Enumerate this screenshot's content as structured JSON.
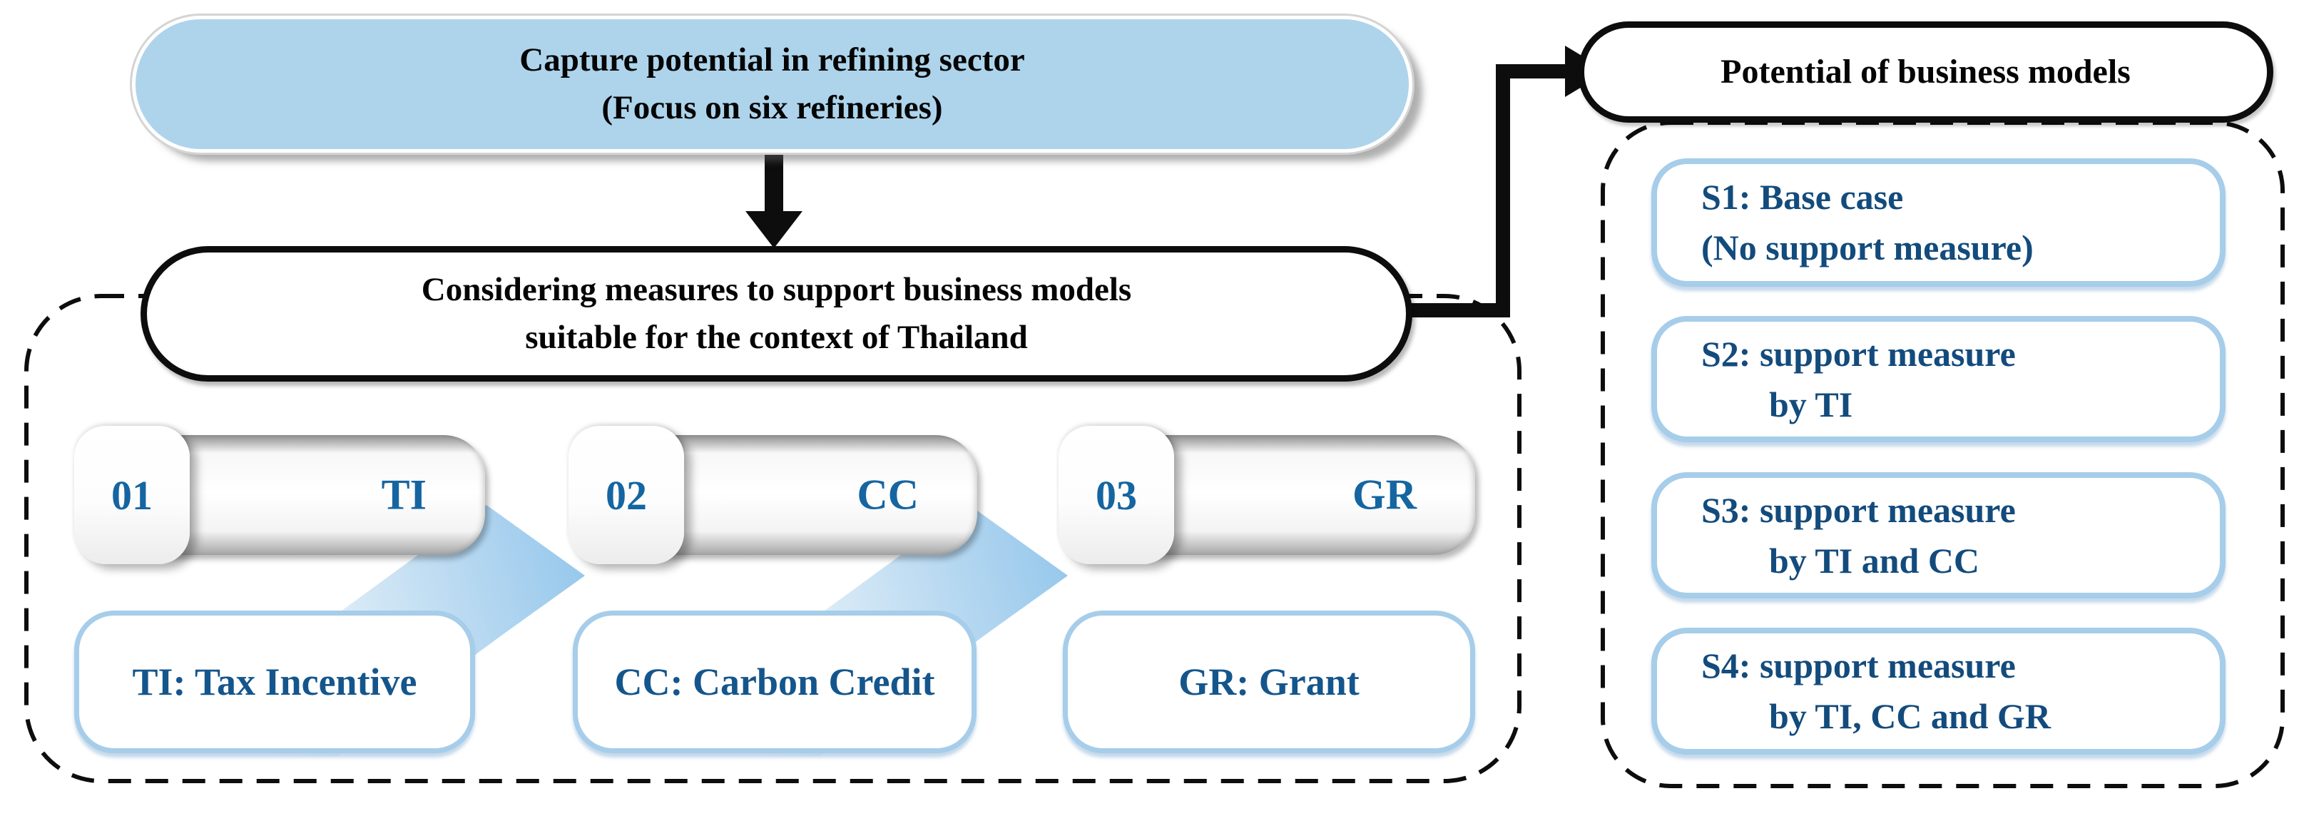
{
  "title_flow": {
    "top_box": {
      "line1": "Capture potential in refining sector",
      "line2": "(Focus on six refineries)"
    },
    "middle_box": {
      "line1": "Considering measures to support business models",
      "line2": "suitable for the context of Thailand"
    },
    "right_box": {
      "label": "Potential of business models"
    }
  },
  "steps": [
    {
      "number": "01",
      "code": "TI",
      "label": "TI: Tax Incentive"
    },
    {
      "number": "02",
      "code": "CC",
      "label": "CC: Carbon Credit"
    },
    {
      "number": "03",
      "code": "GR",
      "label": "GR: Grant"
    }
  ],
  "scenarios": [
    {
      "line1": "S1: Base case",
      "line2": "(No support measure)"
    },
    {
      "line1": "S2: support measure",
      "line2": "by TI"
    },
    {
      "line1": "S3: support measure",
      "line2": "by TI and CC"
    },
    {
      "line1": "S4: support measure",
      "line2": "by TI, CC and GR"
    }
  ],
  "colors": {
    "top_pill_fill": "#aed4ec",
    "chevron_blue": "#97c8ec",
    "light_blue_border": "#a6cde9",
    "label_text_blue": "#14568c",
    "step_text_blue": "#1565a1",
    "scenario_text_blue": "#134b7c",
    "outline_black": "#0d0d0d"
  }
}
